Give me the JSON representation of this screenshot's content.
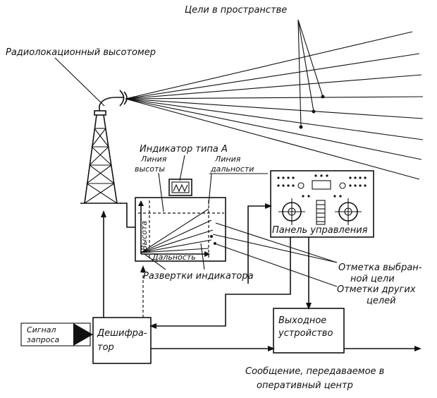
{
  "labels": {
    "targets": "Цели в пространстве",
    "altimeter": "Радиолокационный высотомер",
    "indicator_type": "Индикатор типа А",
    "height_line_1": "Линия",
    "height_line_2": "высоты",
    "range_line_1": "Линия",
    "range_line_2": "дальности",
    "height_axis": "Высота",
    "range_axis": "Дальность",
    "indicator_sweeps": "Развертки индикатора",
    "control_panel": "Панель управления",
    "selected_target_1": "Отметка выбран-",
    "selected_target_2": "ной цели",
    "other_targets_1": "Отметки других",
    "other_targets_2": "целей",
    "output_device_1": "Выходное",
    "output_device_2": "устройство",
    "query_signal_1": "Сигнал",
    "query_signal_2": "запроса",
    "decoder_1": "Дешифра-",
    "decoder_2": "тор",
    "message_1": "Сообщение, передаваемое в",
    "message_2": "оперативный центр"
  }
}
